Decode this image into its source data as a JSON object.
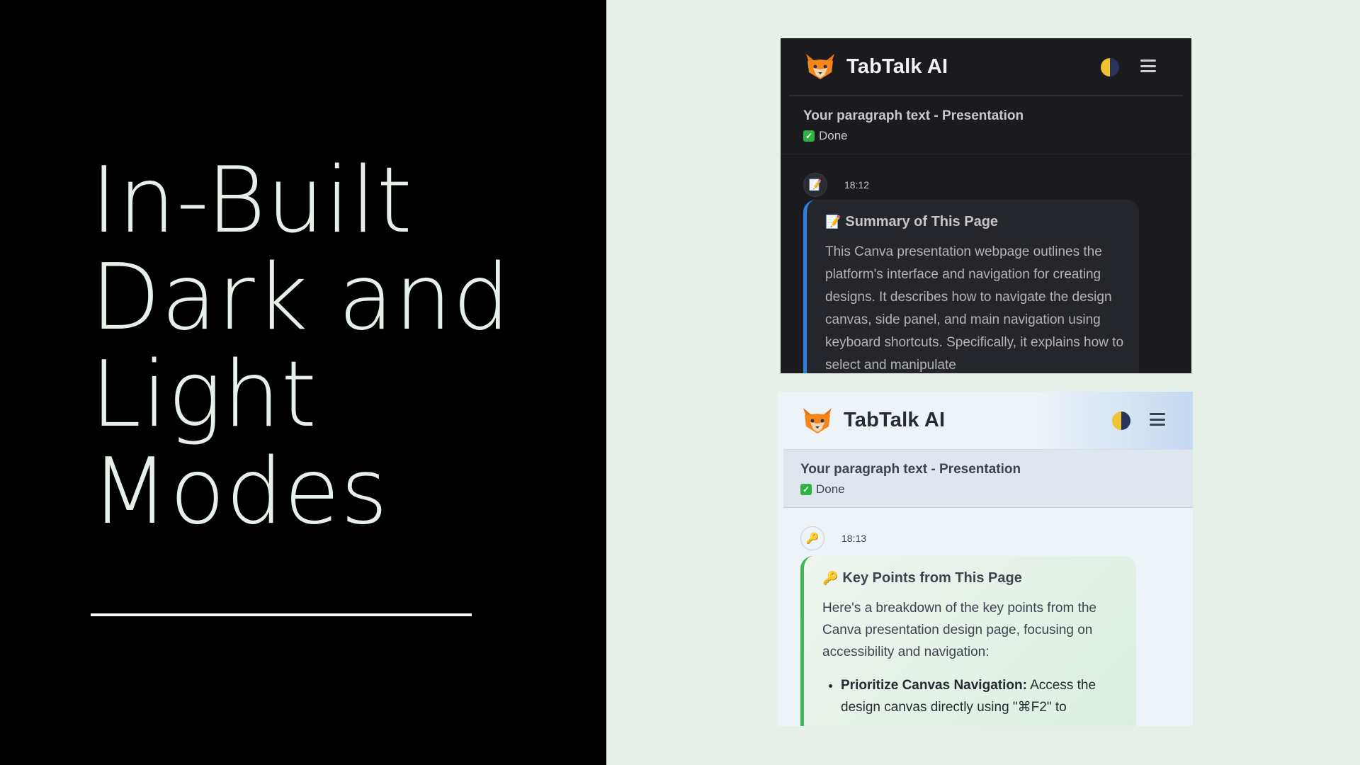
{
  "hero": {
    "title": "In-Built\nDark and\nLight\nModes"
  },
  "dark_panel": {
    "app_name": "TabTalk AI",
    "context_title": "Your paragraph text - Presentation",
    "context_status": "Done",
    "message_time": "18:12",
    "card_icon": "memo-icon",
    "card_title": "Summary of This Page",
    "card_body": "This Canva presentation webpage outlines the platform's interface and navigation for creating designs. It describes how to navigate the design canvas, side panel, and main navigation using keyboard shortcuts. Specifically, it explains how to select and manipulate"
  },
  "light_panel": {
    "app_name": "TabTalk AI",
    "context_title": "Your paragraph text - Presentation",
    "context_status": "Done",
    "message_time": "18:13",
    "card_icon": "key-icon",
    "card_title": "Key Points from This Page",
    "card_intro": "Here's a breakdown of the key points from the Canva presentation design page, focusing on accessibility and navigation:",
    "bullet_1_bold": "Prioritize Canvas Navigation:",
    "bullet_1_text": " Access the design canvas directly using \"⌘F2\" to"
  },
  "colors": {
    "hero_bg": "#000000",
    "page_bg": "#e6efe8",
    "dark_accent": "#2f7fe0",
    "light_accent": "#45b35a"
  }
}
